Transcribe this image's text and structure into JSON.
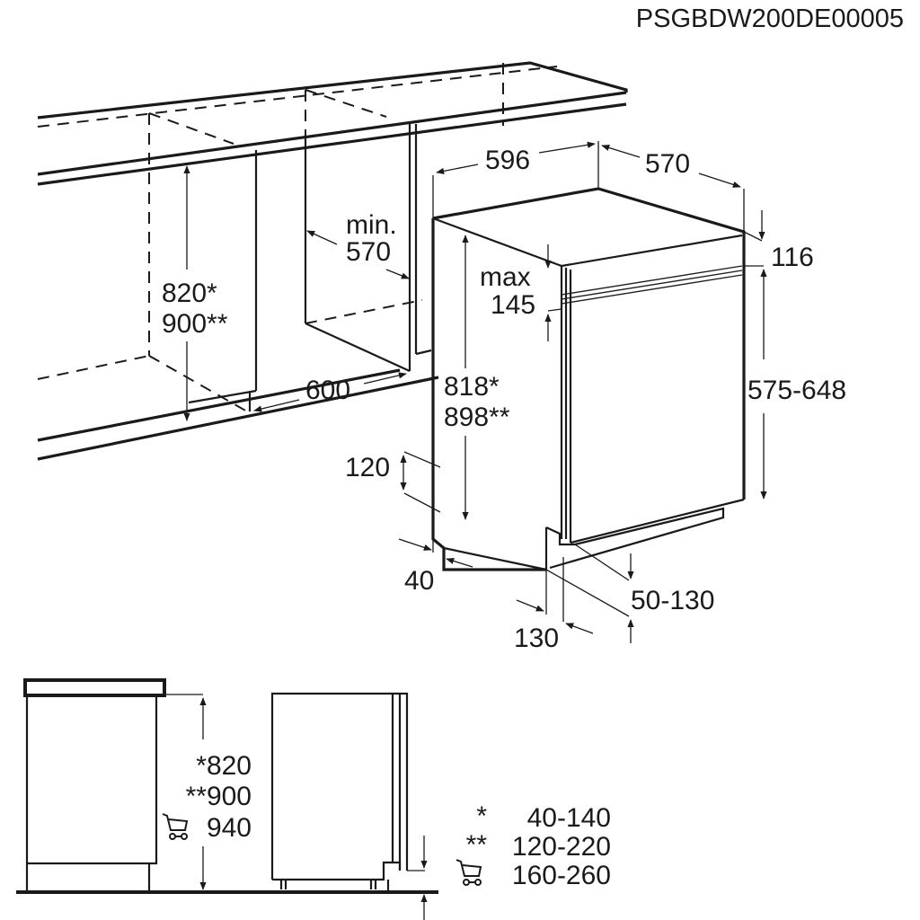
{
  "document_code": "PSGBDW200DE00005",
  "colors": {
    "line": "#1a1a1a",
    "background": "#ffffff"
  },
  "iso_view": {
    "niche": {
      "height_label_1": "820*",
      "height_label_2": "900**",
      "depth_label_1": "min.",
      "depth_label_2": "570",
      "width_label": "600"
    },
    "appliance": {
      "width_label": "596",
      "depth_label": "570",
      "top_offset_label": "116",
      "panel_gap_label_1": "max",
      "panel_gap_label_2": "145",
      "height_label_1": "818*",
      "height_label_2": "898**",
      "door_height_label": "575-648",
      "plinth_height_label": "120",
      "plinth_recess_label": "40",
      "door_bottom_label": "50-130",
      "front_depth_label": "130"
    }
  },
  "side_view": {
    "height_lines": [
      {
        "marker": "*",
        "value": "820"
      },
      {
        "marker": "**",
        "value": "900"
      },
      {
        "marker": "cart-icon",
        "value": "940"
      }
    ],
    "plinth_lines": [
      {
        "marker": "*",
        "value": "40-140"
      },
      {
        "marker": "**",
        "value": "120-220"
      },
      {
        "marker": "cart-icon",
        "value": "160-260"
      }
    ]
  }
}
